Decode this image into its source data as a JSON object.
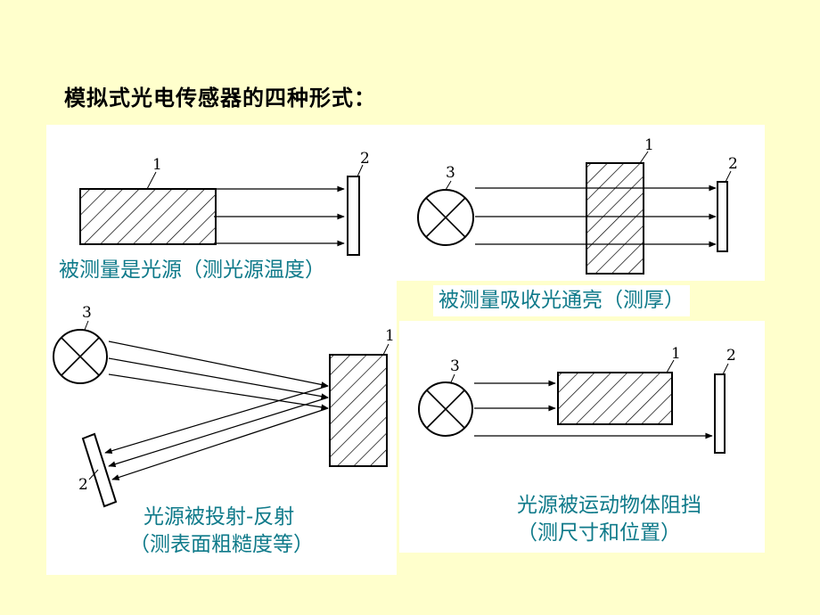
{
  "page": {
    "title": "模拟式光电传感器的四种形式："
  },
  "diagrams": [
    {
      "caption": "被测量是光源（测光源温度）",
      "labels": {
        "object": "1",
        "receiver": "2"
      }
    },
    {
      "caption": "被测量吸收光通亮（测厚）",
      "labels": {
        "object": "1",
        "receiver": "2",
        "source": "3"
      }
    },
    {
      "caption_line1": "光源被投射-反射",
      "caption_line2": "（测表面粗糙度等）",
      "labels": {
        "object": "1",
        "receiver": "2",
        "source": "3"
      }
    },
    {
      "caption_line1": "光源被运动物体阻挡",
      "caption_line2": "（测尺寸和位置）",
      "labels": {
        "object": "1",
        "receiver": "2",
        "source": "3"
      }
    }
  ],
  "colors": {
    "background": "#ffffcc",
    "caption": "#0f7a8a",
    "line": "#000000"
  }
}
